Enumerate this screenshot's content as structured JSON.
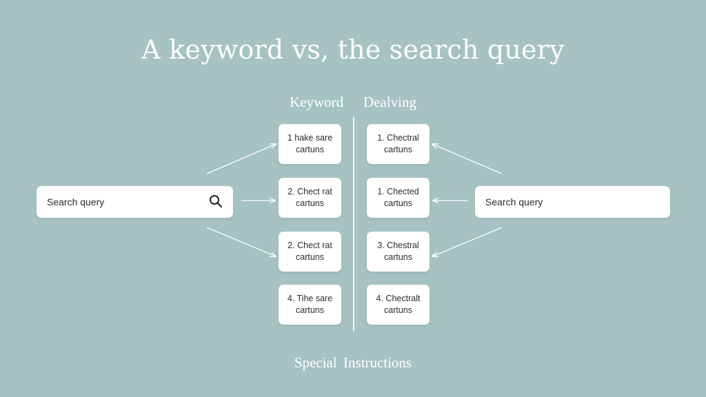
{
  "title": "A keyword vs, the search query",
  "columns": {
    "left": "Keyword",
    "right": "Dealving"
  },
  "search_left": {
    "label": "Search query",
    "icon": "search-icon"
  },
  "search_right": {
    "label": "Search query"
  },
  "left_cards": [
    {
      "line1": "1 hake sare",
      "line2": "cartuns"
    },
    {
      "line1": "2. Chect rat",
      "line2": "cartuns"
    },
    {
      "line1": "2. Chect rat",
      "line2": "cartuns"
    },
    {
      "line1": "4. Tihe sare",
      "line2": "cartuns"
    }
  ],
  "right_cards": [
    {
      "line1": "1. Chectral",
      "line2": "cartuns"
    },
    {
      "line1": "1. Chected",
      "line2": "cartuns"
    },
    {
      "line1": "3. Chestral",
      "line2": "cartuns"
    },
    {
      "line1": "4. Chectralt",
      "line2": "cartuns"
    }
  ],
  "footer": "Special  Instructions",
  "colors": {
    "background": "#a6c2c3",
    "card": "#ffffff",
    "text": "#2b2b2b",
    "arrow": "#ffffff"
  }
}
